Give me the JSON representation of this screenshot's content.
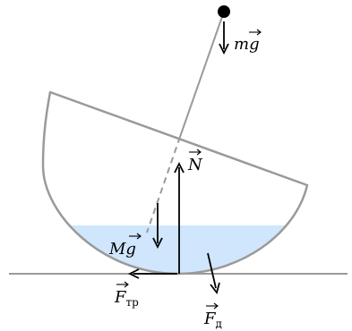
{
  "colors": {
    "outline": "#9a9a9a",
    "water": "#cfe6fc",
    "ink": "#000000",
    "ground": "#9a9a9a"
  },
  "labels": {
    "ball_force": {
      "base": "mg",
      "sub": ""
    },
    "normal_force": {
      "base": "N",
      "sub": ""
    },
    "bowl_weight": {
      "base": "Mg",
      "sub": ""
    },
    "friction_force": {
      "base": "F",
      "sub": "тр"
    },
    "pressure_force": {
      "base": "F",
      "sub": "д"
    }
  }
}
